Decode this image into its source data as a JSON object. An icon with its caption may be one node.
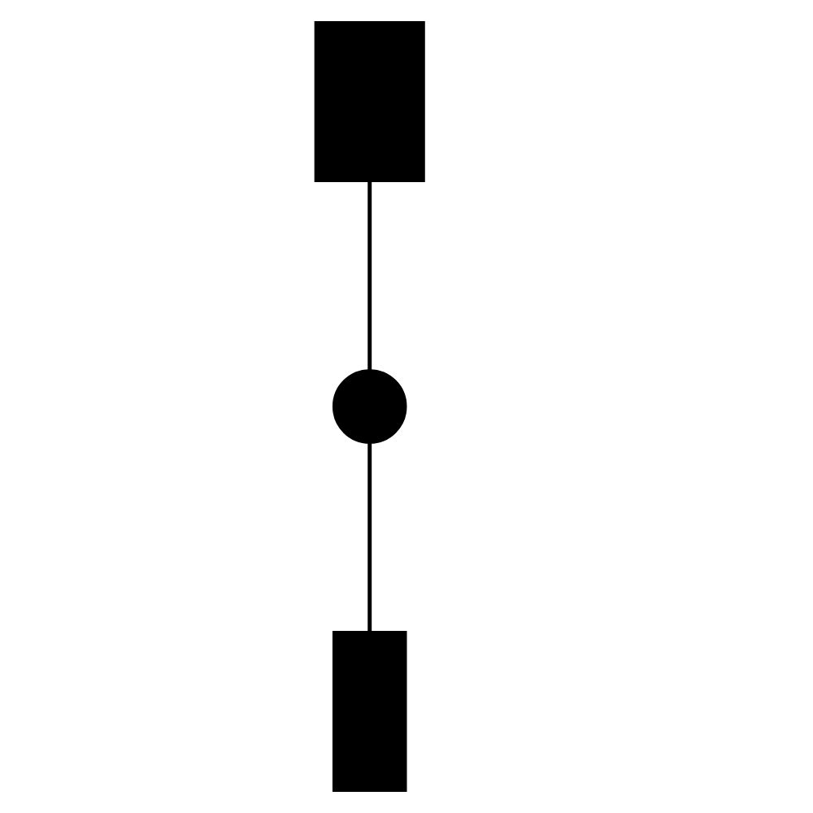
{
  "diagram": {
    "nodes": [
      {
        "text": [],
        "shape": "box"
      },
      {
        "text": [],
        "shape": "circle"
      },
      {
        "text": [],
        "shape": "box"
      }
    ],
    "edges": [
      {
        "from": 0,
        "to": 1,
        "arrow": "none"
      },
      {
        "from": 1,
        "to": 2,
        "arrow": "none"
      }
    ]
  }
}
